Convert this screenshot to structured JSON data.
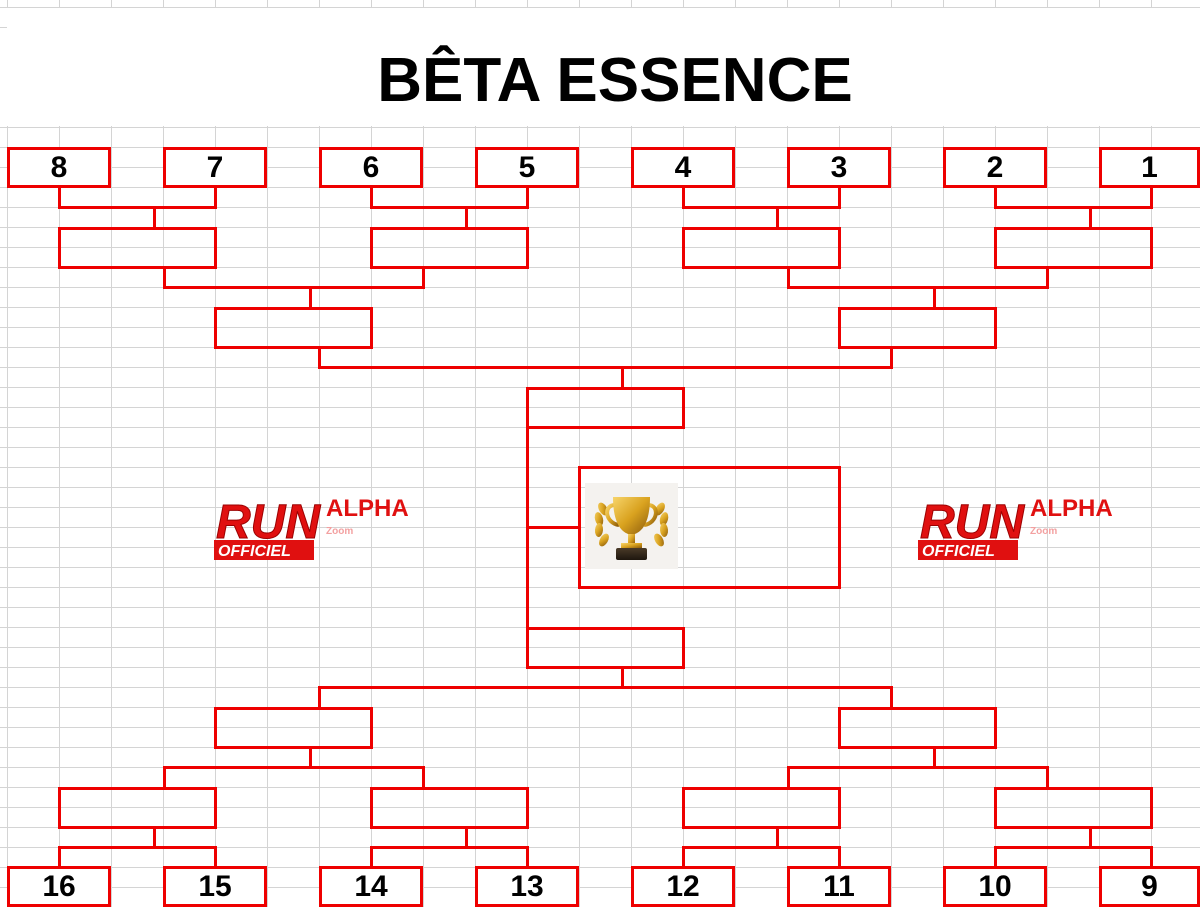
{
  "title": "BÊTA ESSENCE",
  "top_seeds": [
    "8",
    "7",
    "6",
    "5",
    "4",
    "3",
    "2",
    "1"
  ],
  "bottom_seeds": [
    "16",
    "15",
    "14",
    "13",
    "12",
    "11",
    "10",
    "9"
  ],
  "logo": {
    "word_main": "RUN",
    "word_sub": "OFFICIEL",
    "word_right": "ALPHA",
    "word_small": "Zoom"
  },
  "colors": {
    "bracket": "#ee0000",
    "logo": "#e01010",
    "grid": "#d4d4d4"
  },
  "icons": {
    "trophy": "trophy-icon"
  }
}
